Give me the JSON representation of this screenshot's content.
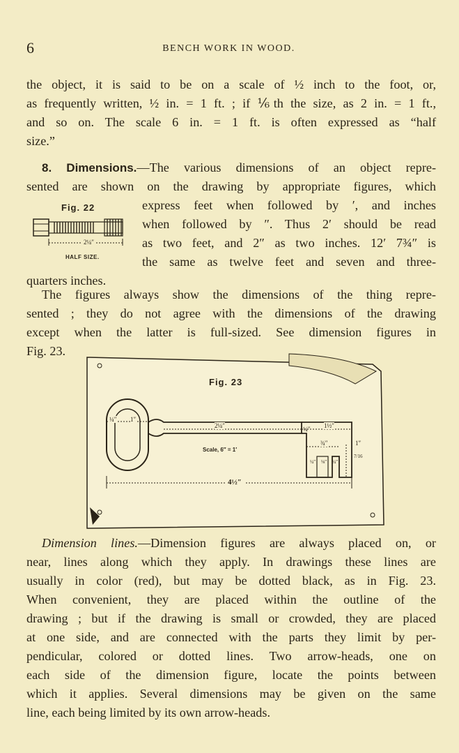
{
  "header": {
    "page_number": "6",
    "running_title": "BENCH WORK IN WOOD."
  },
  "para1": {
    "lines": [
      "the object, it is said to be on a scale of ½ inch to the foot, or,",
      "as frequently written, ½ in. = 1 ft. ; if ⅙th the size, as 2 in. = 1 ft.,",
      "and so on.  The scale 6 in. = 1 ft. is often expressed as “half",
      "size.”"
    ]
  },
  "para2": {
    "section_number": "8.",
    "section_title": "Dimensions.",
    "line1_rest": "—The various dimensions of an object repre-",
    "line2": "sented are shown on the drawing by appropriate figures, which",
    "wrap_lines": [
      "express feet when followed by ′, and inches",
      "when followed by ″.  Thus 2′ should be read",
      "as two feet, and 2″ as two inches.  12′ 7¾″ is",
      "the same as twelve feet and seven and three-"
    ],
    "tail": "quarters inches."
  },
  "para3": {
    "lines": [
      "The figures always show the dimensions of the thing repre-",
      "sented ; they do not agree with the dimensions of the drawing",
      "except when the latter is full-sized.  See dimension figures in",
      "Fig. 23."
    ]
  },
  "fig22": {
    "label": "Fig. 22",
    "dimension": "2¼″",
    "caption": "HALF SIZE."
  },
  "fig23": {
    "label": "Fig. 23",
    "scale": "Scale, 6″ = 1′",
    "dims": {
      "overall": "4½″",
      "shank": "2¼″",
      "bow_a": "¼″",
      "bow_b": "1″",
      "bit_top": "1½″",
      "bit_w": "¾″",
      "bit_h": "1″",
      "bit_small": "¼″",
      "bit_side": "7/16",
      "ward_a": "¼″",
      "ward_b": "⅛″",
      "ward_c": "¼″"
    }
  },
  "para5": {
    "term": "Dimension lines.",
    "lines_first_rest": "—Dimension figures are always placed on, or",
    "lines": [
      "near, lines along which they apply.  In drawings these lines are",
      "usually in color (red), but may be dotted black, as in Fig. 23.",
      "When convenient, they are placed within the outline of the",
      "drawing ; but if the drawing is small or crowded, they are placed",
      "at one side, and are connected with the parts they limit by per-",
      "pendicular, colored or dotted lines.  Two arrow-heads, one on",
      "each side of the dimension figure, locate the points between",
      "which it applies.  Several dimensions may be given on the same",
      "line, each being limited by its own arrow-heads."
    ]
  }
}
